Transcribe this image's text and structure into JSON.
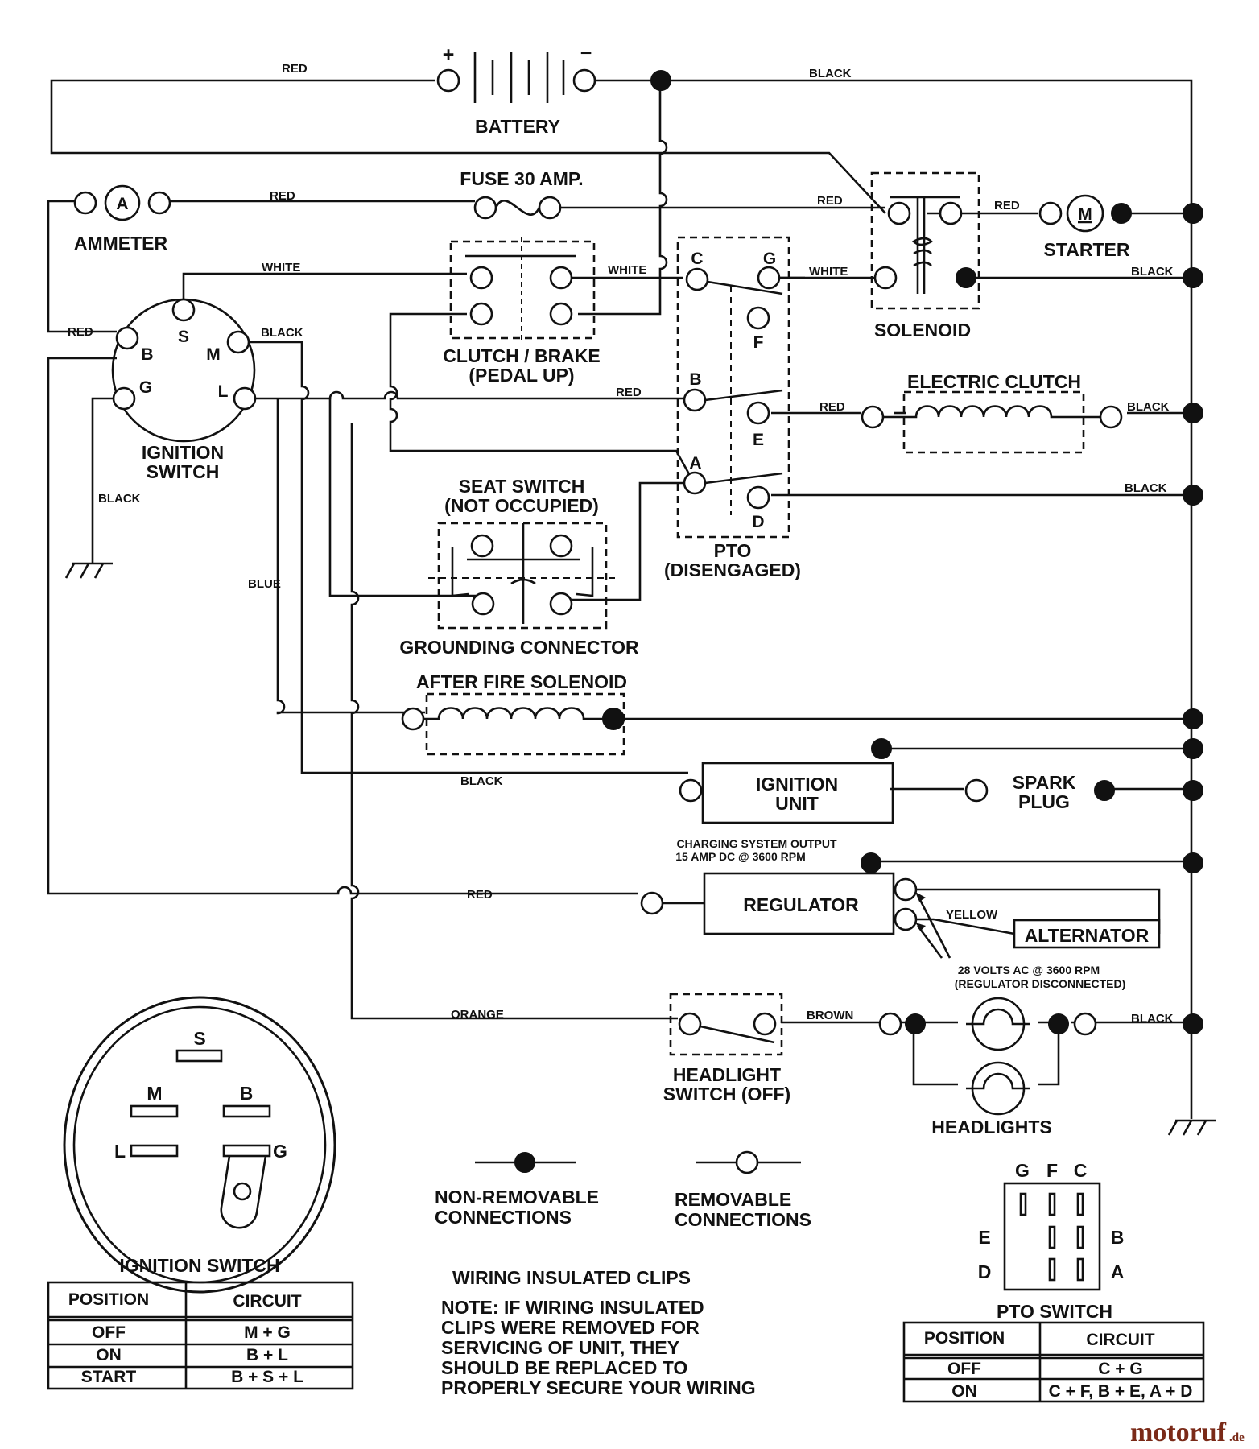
{
  "components": {
    "battery": "BATTERY",
    "battery_plus": "+",
    "battery_minus": "−",
    "fuse": "FUSE 30 AMP.",
    "ammeter": "AMMETER",
    "ammeter_symbol": "A",
    "starter": "STARTER",
    "starter_symbol": "M",
    "solenoid": "SOLENOID",
    "clutch_brake_1": "CLUTCH / BRAKE",
    "clutch_brake_2": "(PEDAL UP)",
    "ignition_switch_1": "IGNITION",
    "ignition_switch_2": "SWITCH",
    "electric_clutch": "ELECTRIC CLUTCH",
    "seat_switch_1": "SEAT SWITCH",
    "seat_switch_2": "(NOT OCCUPIED)",
    "grounding_connector": "GROUNDING CONNECTOR",
    "pto_1": "PTO",
    "pto_2": "(DISENGAGED)",
    "after_fire": "AFTER FIRE SOLENOID",
    "ignition_unit_1": "IGNITION",
    "ignition_unit_2": "UNIT",
    "spark_plug_1": "SPARK",
    "spark_plug_2": "PLUG",
    "charging_1": "CHARGING SYSTEM OUTPUT",
    "charging_2": "15 AMP DC @ 3600 RPM",
    "regulator": "REGULATOR",
    "alternator": "ALTERNATOR",
    "volts_1": "28 VOLTS AC @ 3600 RPM",
    "volts_2": "(REGULATOR DISCONNECTED)",
    "headlight_switch_1": "HEADLIGHT",
    "headlight_switch_2": "SWITCH (OFF)",
    "headlights": "HEADLIGHTS"
  },
  "terminals": {
    "ign_s": "S",
    "ign_b": "B",
    "ign_m": "M",
    "ign_g": "G",
    "ign_l": "L",
    "pto_c": "C",
    "pto_g": "G",
    "pto_f": "F",
    "pto_b": "B",
    "pto_e": "E",
    "pto_a": "A",
    "pto_d": "D"
  },
  "wires": {
    "red": "RED",
    "black": "BLACK",
    "white": "WHITE",
    "blue": "BLUE",
    "orange": "ORANGE",
    "brown": "BROWN",
    "yellow": "YELLOW"
  },
  "legend": {
    "non_removable_1": "NON-REMOVABLE",
    "non_removable_2": "CONNECTIONS",
    "removable_1": "REMOVABLE",
    "removable_2": "CONNECTIONS"
  },
  "ignition_face": {
    "s": "S",
    "m": "M",
    "b": "B",
    "l": "L",
    "g": "G"
  },
  "ignition_table": {
    "title": "IGNITION SWITCH",
    "headers": [
      "POSITION",
      "CIRCUIT"
    ],
    "rows": [
      [
        "OFF",
        "M + G"
      ],
      [
        "ON",
        "B + L"
      ],
      [
        "START",
        "B + S + L"
      ]
    ]
  },
  "clips_note": {
    "title": "WIRING INSULATED CLIPS",
    "lines": [
      "NOTE: IF WIRING INSULATED",
      "CLIPS WERE REMOVED FOR",
      "SERVICING OF UNIT, THEY",
      "SHOULD BE REPLACED TO",
      "PROPERLY SECURE YOUR WIRING"
    ]
  },
  "pto_switch": {
    "title": "PTO SWITCH",
    "top": [
      "G",
      "F",
      "C"
    ],
    "left": [
      "E",
      "D"
    ],
    "right": [
      "B",
      "A"
    ],
    "headers": [
      "POSITION",
      "CIRCUIT"
    ],
    "rows": [
      [
        "OFF",
        "C + G"
      ],
      [
        "ON",
        "C + F, B + E, A + D"
      ]
    ]
  },
  "watermark": {
    "main": "motoruf",
    "suffix": ".de"
  }
}
